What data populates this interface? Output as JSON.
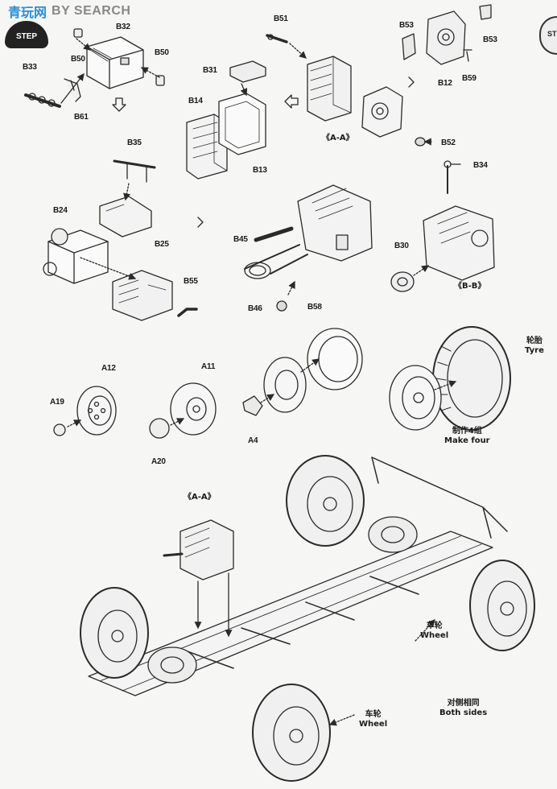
{
  "watermark": {
    "logo": "青玩网",
    "text": "BY SEARCH"
  },
  "step_badge": {
    "label": "STEP"
  },
  "corner_badge": {
    "label": "ST"
  },
  "parts": {
    "B32": "B32",
    "B50a": "B50",
    "B50b": "B50",
    "B33": "B33",
    "B61": "B61",
    "B51": "B51",
    "B53a": "B53",
    "B53b": "B53",
    "B12": "B12",
    "B59": "B59",
    "B31": "B31",
    "B14": "B14",
    "B13": "B13",
    "B52": "B52",
    "B34": "B34",
    "B35": "B35",
    "B24": "B24",
    "B25": "B25",
    "B55": "B55",
    "B45": "B45",
    "B46": "B46",
    "B58": "B58",
    "B30": "B30",
    "A12": "A12",
    "A11": "A11",
    "A19": "A19",
    "A20": "A20",
    "A4": "A4"
  },
  "subassembly": {
    "aa1": "《A-A》",
    "bb": "《B-B》",
    "aa2": "《A-A》"
  },
  "captions": {
    "tyre_cn": "轮胎",
    "tyre_en": "Tyre",
    "make_four_cn": "制作4组",
    "make_four_en": "Make four",
    "wheel1_cn": "车轮",
    "wheel1_en": "Wheel",
    "wheel2_cn": "车轮",
    "wheel2_en": "Wheel",
    "both_cn": "对侧相同",
    "both_en": "Both sides"
  }
}
